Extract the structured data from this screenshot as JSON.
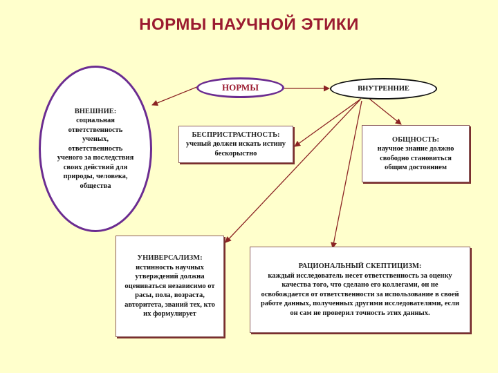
{
  "title": "НОРМЫ НАУЧНОЙ ЭТИКИ",
  "nodes": {
    "norms": "НОРМЫ",
    "internal": "ВНУТРЕННИЕ",
    "external": {
      "heading": "ВНЕШНИЕ:",
      "text": "социальная ответственность ученых, ответственность ученого за последствия своих действий для природы, человека, общества"
    },
    "disinterestedness": {
      "heading": "БЕСПРИСТРАСТНОСТЬ:",
      "text": "ученый должен искать истину бескорыстно"
    },
    "communality": {
      "heading": "ОБЩНОСТЬ:",
      "text": "научное знание должно свободно становиться общим достоянием"
    },
    "universalism": {
      "heading": "УНИВЕРСАЛИЗМ:",
      "text": "истинность научных утверждений должна оцениваться независимо от расы, пола, возраста, авторитета, званий тех, кто их формулирует"
    },
    "skepticism": {
      "heading": "РАЦИОНАЛЬНЫЙ СКЕПТИЦИЗМ:",
      "text": "каждый исследователь несет ответственность за оценку качества того, что сделано его коллегами, он не освобождается от ответственности за использование в своей работе данных, полученных другими исследователями, если он сам не проверил точность этих данных."
    }
  },
  "colors": {
    "background": "#FFFFCC",
    "title": "#9B1B30",
    "ellipse_border": "#6B2C91",
    "arrow": "#8B2323"
  }
}
